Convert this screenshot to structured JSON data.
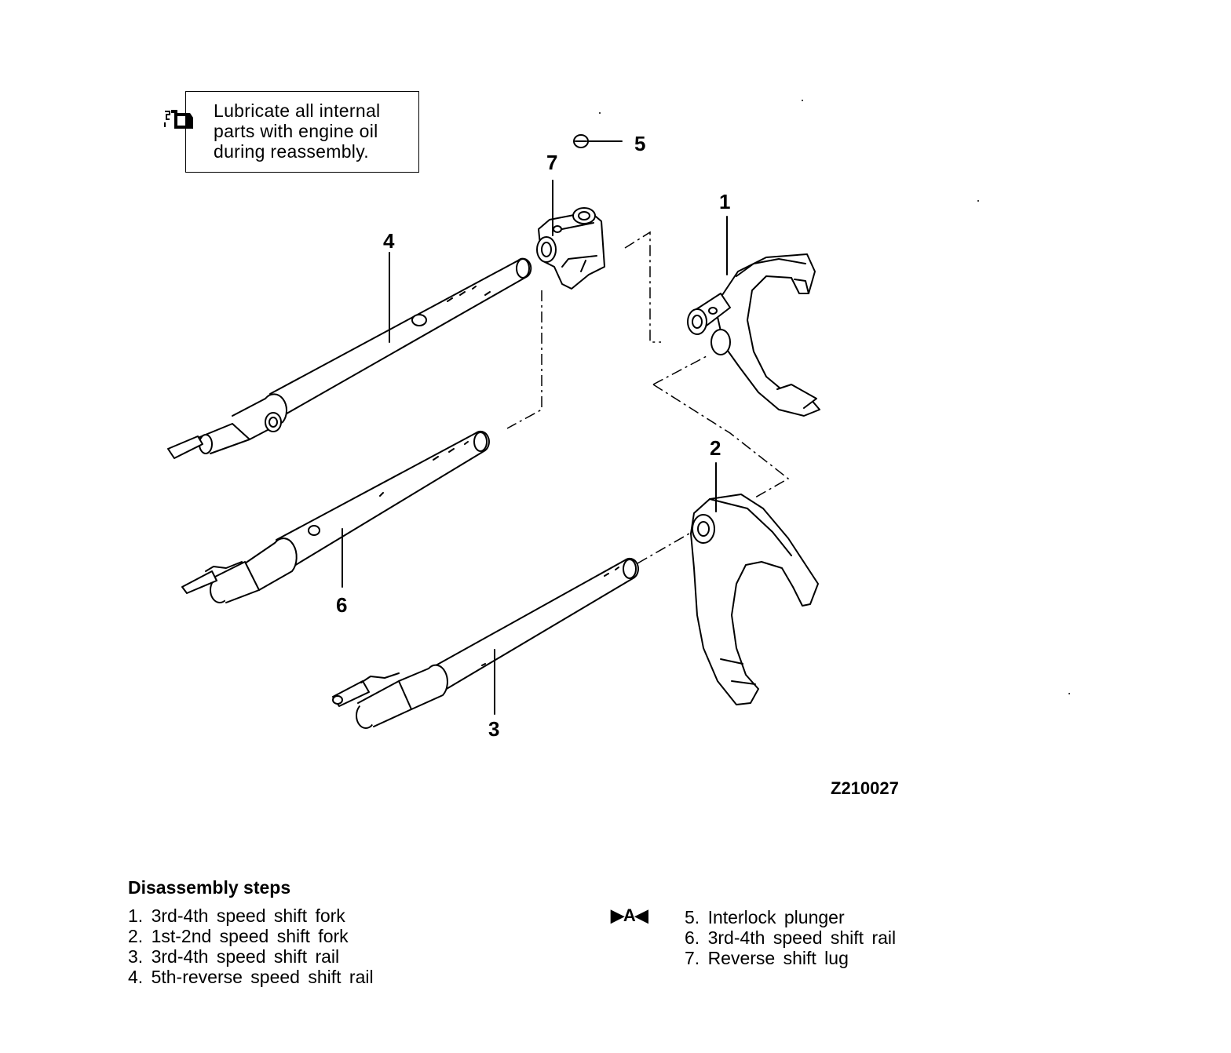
{
  "note": {
    "text_line1": "Lubricate all internal",
    "text_line2": "parts with engine oil",
    "text_line3": "during reassembly.",
    "icon": "oil-can-icon"
  },
  "callouts": {
    "c1": "1",
    "c2": "2",
    "c3": "3",
    "c4": "4",
    "c5": "5",
    "c6": "6",
    "c7": "7"
  },
  "figure_code": "Z210027",
  "disassembly": {
    "title": "Disassembly steps",
    "steps_left": [
      "1. 3rd-4th speed shift fork",
      "2. 1st-2nd speed shift fork",
      "3. 3rd-4th speed shift rail",
      "4. 5th-reverse speed shift rail"
    ],
    "mark": "▶A◀",
    "steps_right": [
      "5. Interlock plunger",
      "6. 3rd-4th speed shift rail",
      "7. Reverse shift lug"
    ]
  }
}
